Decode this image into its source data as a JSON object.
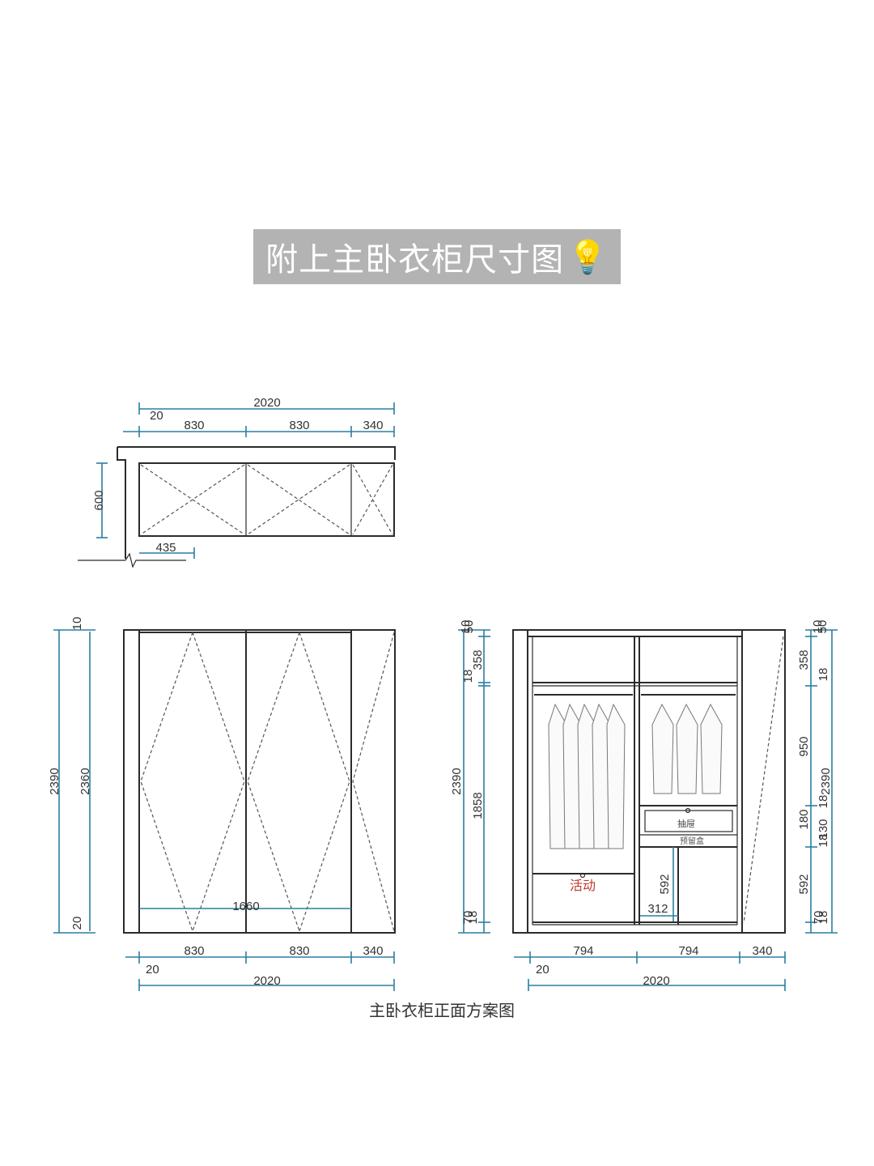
{
  "banner": {
    "title": "附上主卧衣柜尺寸图",
    "icon": "light-bulb-icon"
  },
  "caption": "主卧衣柜正面方案图",
  "labels": {
    "drawer": "抽屉",
    "reserved_box": "预留盒",
    "movable": "活动"
  },
  "plan_view": {
    "overall": "2020",
    "offset": "20",
    "bays": [
      "830",
      "830",
      "340"
    ],
    "depth": "600",
    "side": "435"
  },
  "front_view": {
    "height_outer": "2390",
    "height_inner": "2360",
    "top": "10",
    "bottom": "20",
    "inner_width": "1660",
    "bays": [
      "830",
      "830",
      "340"
    ],
    "offset": "20",
    "overall": "2020"
  },
  "interior_view": {
    "left_dims": [
      "10",
      "50",
      "358",
      "18",
      "2390",
      "1858",
      "70",
      "18"
    ],
    "right_dims": [
      "10",
      "50",
      "358",
      "18",
      "950",
      "2390",
      "18",
      "180",
      "130",
      "18",
      "592",
      "70",
      "18"
    ],
    "inner": [
      "592",
      "312"
    ],
    "bays": [
      "794",
      "794",
      "340"
    ],
    "offset": "20",
    "overall": "2020"
  },
  "colors": {
    "dimension": "#2a7fa0",
    "movable": "#c0392b",
    "banner": "#b3b3b3"
  }
}
